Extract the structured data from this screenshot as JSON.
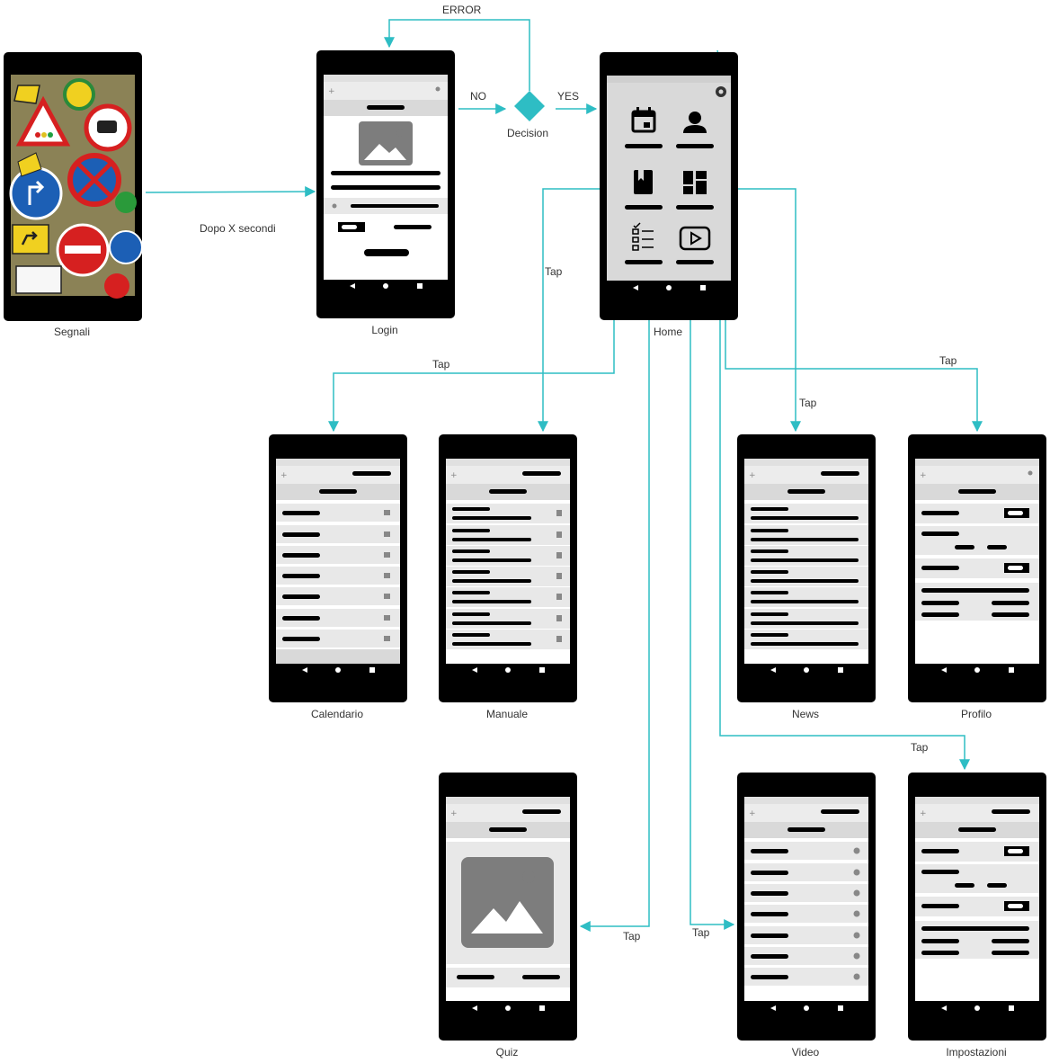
{
  "colors": {
    "connector": "#2ebdc4",
    "phone_body": "#000000",
    "screen_bg": "#ffffff",
    "gray_light": "#e8e8e8",
    "gray_mid": "#d8d8d8",
    "bar_dark": "#000000",
    "placeholder": "#7d7d7d",
    "decision": "#2ebdc4"
  },
  "screens": {
    "segnali": "Segnali",
    "login": "Login",
    "home": "Home",
    "calendario": "Calendario",
    "manuale": "Manuale",
    "news": "News",
    "profilo": "Profilo",
    "quiz": "Quiz",
    "video": "Video",
    "impostazioni": "Impostazioni"
  },
  "decision": {
    "label": "Decision"
  },
  "edges": {
    "dopo": "Dopo X secondi",
    "no": "NO",
    "yes": "YES",
    "error": "ERROR",
    "tap_manuale": "Tap",
    "tap_calendario": "Tap",
    "tap_news": "Tap",
    "tap_profilo": "Tap",
    "tap_impostazioni": "Tap",
    "tap_quiz": "Tap",
    "tap_video": "Tap"
  },
  "home_icons": [
    "calendar-icon",
    "person-icon",
    "book-icon",
    "dashboard-icon",
    "checklist-icon",
    "play-icon"
  ],
  "nav_icons": [
    "back-icon",
    "home-circle-icon",
    "recents-square-icon"
  ]
}
